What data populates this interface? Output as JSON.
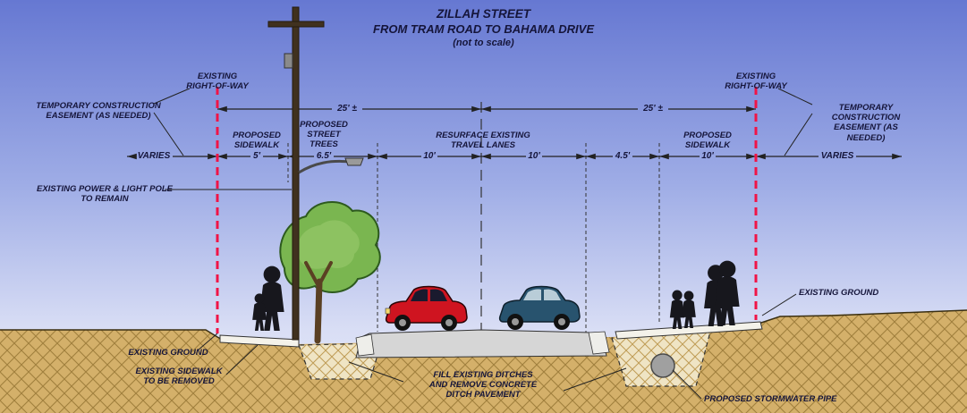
{
  "title": {
    "line1": "ZILLAH STREET",
    "line2": "FROM TRAM ROAD TO BAHAMA DRIVE",
    "line3": "(not to scale)"
  },
  "labels": {
    "row_left": "EXISTING\nRIGHT-OF-WAY",
    "row_right": "EXISTING\nRIGHT-OF-WAY",
    "tce_left": "TEMPORARY CONSTRUCTION\nEASEMENT (AS NEEDED)",
    "tce_right": "TEMPORARY CONSTRUCTION\nEASEMENT (AS NEEDED)",
    "varies_left": "VARIES",
    "varies_right": "VARIES",
    "sidewalk_left": "PROPOSED\nSIDEWALK",
    "sidewalk_left_dim": "5'",
    "street_trees": "PROPOSED\nSTREET\nTREES",
    "street_trees_dim": "6.5'",
    "half_row_left": "25' ±",
    "half_row_right": "25' ±",
    "resurface": "RESURFACE EXISTING\nTRAVEL LANES",
    "lane_left_dim": "10'",
    "lane_right_dim": "10'",
    "shoulder_dim": "4.5'",
    "sidewalk_right": "PROPOSED\nSIDEWALK",
    "sidewalk_right_dim": "10'",
    "power_pole": "EXISTING POWER & LIGHT POLE\nTO REMAIN",
    "existing_ground_right": "EXISTING GROUND",
    "existing_ground_left": "EXISTING GROUND",
    "existing_sidewalk": "EXISTING SIDEWALK\nTO BE REMOVED",
    "fill_ditches": "FILL EXISTING DITCHES\nAND REMOVE CONCRETE\nDITCH PAVEMENT",
    "stormwater": "PROPOSED STORMWATER PIPE"
  },
  "colors": {
    "right_of_way_line": "#f01446",
    "earth": "#d4b06a",
    "earth_hatch": "#a07f3d",
    "road_pavement": "#d6d6d6",
    "tree_canopy": "#7ab650",
    "car_left": "#cf1420",
    "car_right": "#28536e",
    "sky_top": "#6678d2",
    "sky_bottom": "#e8ebf9",
    "text": "#15153a"
  }
}
